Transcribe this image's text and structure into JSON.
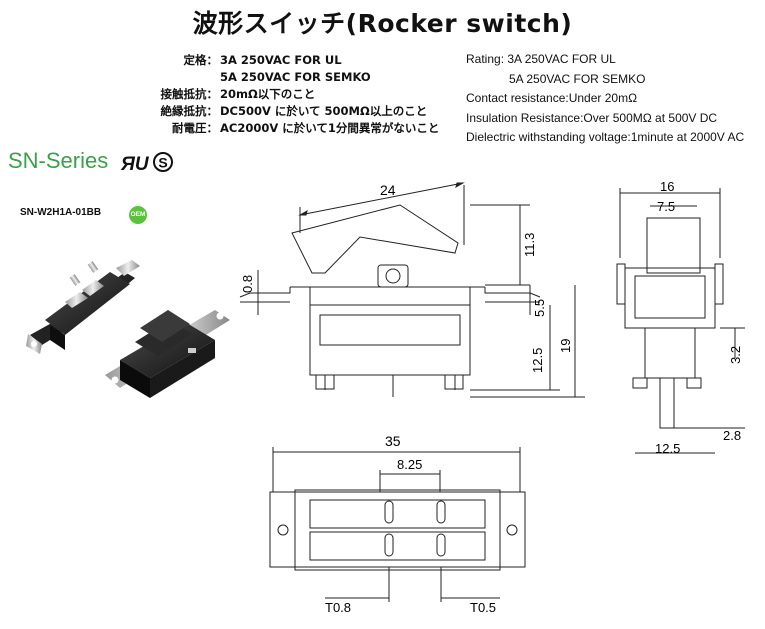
{
  "title": "波形スイッチ(Rocker switch)",
  "specs_jp": [
    {
      "label": "定格：",
      "value": "3A 250VAC FOR UL"
    },
    {
      "label": "",
      "value": "5A 250VAC FOR SEMKO"
    },
    {
      "label": "接触抵抗：",
      "value": "20mΩ以下のこと"
    },
    {
      "label": "絶縁抵抗：",
      "value": "DC500V に於いて 500MΩ以上のこと"
    },
    {
      "label": "耐電圧：",
      "value": "AC2000V に於いて1分間異常がないこと"
    }
  ],
  "specs_en": [
    "Rating: 3A 250VAC FOR UL",
    "5A 250VAC FOR SEMKO",
    "Contact resistance:Under 20mΩ",
    "Insulation Resistance:Over 500MΩ at 500V DC",
    "Dielectric withstanding voltage:1minute at 2000V AC"
  ],
  "series": "SN-Series",
  "certs": {
    "ul": "ЯU",
    "semko": "S"
  },
  "model": "SN-W2H1A-01BB",
  "badge": "OEM",
  "badge_color": "#5cc13c",
  "series_color": "#3aa14a",
  "dimensions": {
    "width_24": "24",
    "height_11_3": "11.3",
    "thick_0_8": "0.8",
    "gap_5_5": "5.5",
    "depth_12_5": "12.5",
    "depth_19": "19",
    "side_16": "16",
    "side_7_5": "7.5",
    "side_3_2": "3.2",
    "side_2_8": "2.8",
    "side_12_5": "12.5",
    "bottom_35": "35",
    "bottom_8_25": "8.25",
    "bottom_t08": "T0.8",
    "bottom_t05": "T0.5"
  }
}
